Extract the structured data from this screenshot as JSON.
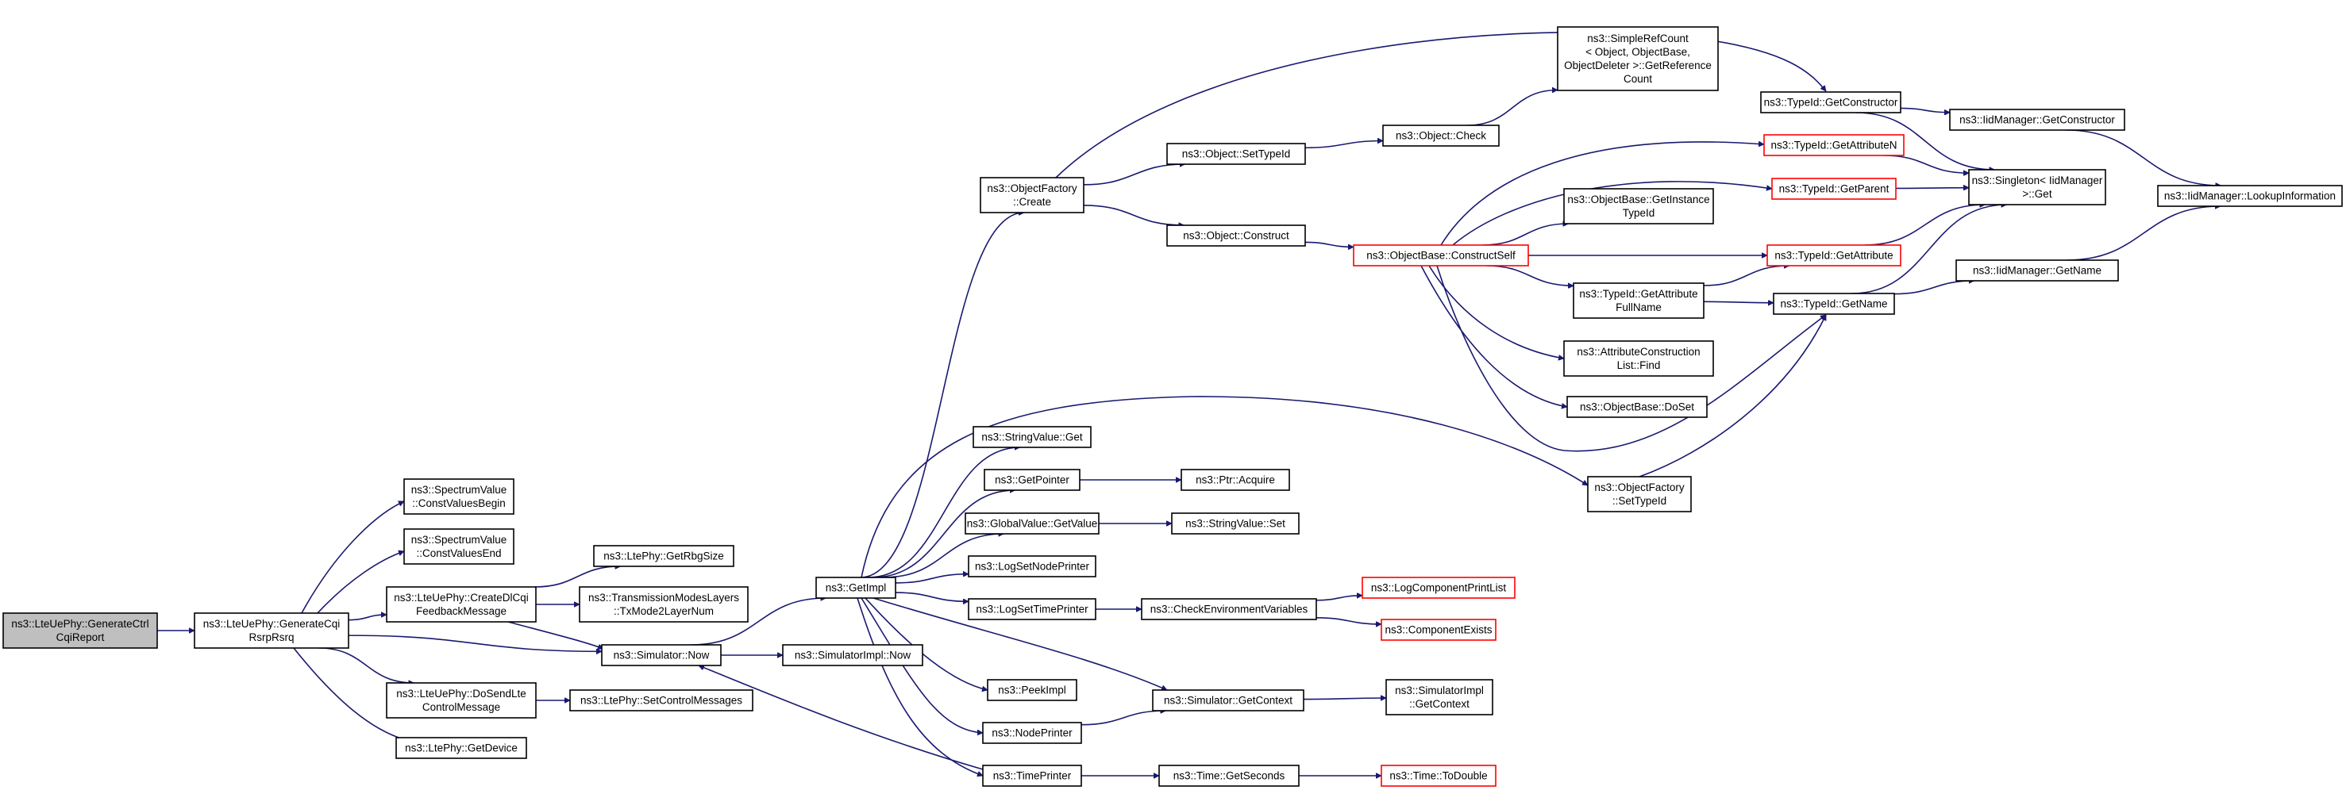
{
  "colors": {
    "edge": "#191970",
    "node_border": "#000000",
    "node_border_truncated": "#ff0000",
    "root_fill": "#bfbfbf",
    "node_fill": "#ffffff"
  },
  "nodes": [
    {
      "id": "root",
      "lines": [
        "ns3::LteUePhy::GenerateCtrl",
        "CqiReport"
      ],
      "root": true
    },
    {
      "id": "gcrr",
      "lines": [
        "ns3::LteUePhy::GenerateCqi",
        "RsrpRsrq"
      ]
    },
    {
      "id": "svcb",
      "lines": [
        "ns3::SpectrumValue",
        "::ConstValuesBegin"
      ]
    },
    {
      "id": "svce",
      "lines": [
        "ns3::SpectrumValue",
        "::ConstValuesEnd"
      ]
    },
    {
      "id": "cdcf",
      "lines": [
        "ns3::LteUePhy::CreateDlCqi",
        "FeedbackMessage"
      ]
    },
    {
      "id": "dslc",
      "lines": [
        "ns3::LteUePhy::DoSendLte",
        "ControlMessage"
      ]
    },
    {
      "id": "getdev",
      "lines": [
        "ns3::LtePhy::GetDevice"
      ]
    },
    {
      "id": "rbg",
      "lines": [
        "ns3::LtePhy::GetRbgSize"
      ]
    },
    {
      "id": "tml",
      "lines": [
        "ns3::TransmissionModesLayers",
        "::TxMode2LayerNum"
      ]
    },
    {
      "id": "simnow",
      "lines": [
        "ns3::Simulator::Now"
      ]
    },
    {
      "id": "setcm",
      "lines": [
        "ns3::LtePhy::SetControlMessages"
      ]
    },
    {
      "id": "siminow",
      "lines": [
        "ns3::SimulatorImpl::Now"
      ]
    },
    {
      "id": "getimpl",
      "lines": [
        "ns3::GetImpl"
      ]
    },
    {
      "id": "ofcreate",
      "lines": [
        "ns3::ObjectFactory",
        "::Create"
      ]
    },
    {
      "id": "svget",
      "lines": [
        "ns3::StringValue::Get"
      ]
    },
    {
      "id": "getptr",
      "lines": [
        "ns3::GetPointer"
      ]
    },
    {
      "id": "gvget",
      "lines": [
        "ns3::GlobalValue::GetValue"
      ]
    },
    {
      "id": "lsnp",
      "lines": [
        "ns3::LogSetNodePrinter"
      ]
    },
    {
      "id": "lstp",
      "lines": [
        "ns3::LogSetTimePrinter"
      ]
    },
    {
      "id": "peek",
      "lines": [
        "ns3::PeekImpl"
      ]
    },
    {
      "id": "nodep",
      "lines": [
        "ns3::NodePrinter"
      ]
    },
    {
      "id": "timep",
      "lines": [
        "ns3::TimePrinter"
      ]
    },
    {
      "id": "settid",
      "lines": [
        "ns3::Object::SetTypeId"
      ]
    },
    {
      "id": "oconst",
      "lines": [
        "ns3::Object::Construct"
      ]
    },
    {
      "id": "ocheck",
      "lines": [
        "ns3::Object::Check"
      ]
    },
    {
      "id": "srcgr",
      "lines": [
        "ns3::SimpleRefCount",
        "< Object, ObjectBase,",
        "ObjectDeleter >::GetReference",
        "Count"
      ]
    },
    {
      "id": "obcs",
      "lines": [
        "ns3::ObjectBase::ConstructSelf"
      ],
      "truncated": true
    },
    {
      "id": "obgit",
      "lines": [
        "ns3::ObjectBase::GetInstance",
        "TypeId"
      ]
    },
    {
      "id": "tgafn",
      "lines": [
        "ns3::TypeId::GetAttribute",
        "FullName"
      ]
    },
    {
      "id": "aclf",
      "lines": [
        "ns3::AttributeConstruction",
        "List::Find"
      ]
    },
    {
      "id": "obdoset",
      "lines": [
        "ns3::ObjectBase::DoSet"
      ]
    },
    {
      "id": "ptracq",
      "lines": [
        "ns3::Ptr::Acquire"
      ]
    },
    {
      "id": "svset",
      "lines": [
        "ns3::StringValue::Set"
      ]
    },
    {
      "id": "chkenv",
      "lines": [
        "ns3::CheckEnvironmentVariables"
      ]
    },
    {
      "id": "simgc",
      "lines": [
        "ns3::Simulator::GetContext"
      ]
    },
    {
      "id": "tgs",
      "lines": [
        "ns3::Time::GetSeconds"
      ]
    },
    {
      "id": "oftid",
      "lines": [
        "ns3::ObjectFactory",
        "::SetTypeId"
      ]
    },
    {
      "id": "tgc",
      "lines": [
        "ns3::TypeId::GetConstructor"
      ]
    },
    {
      "id": "tgan",
      "lines": [
        "ns3::TypeId::GetAttributeN"
      ],
      "truncated": true
    },
    {
      "id": "tgp",
      "lines": [
        "ns3::TypeId::GetParent"
      ],
      "truncated": true
    },
    {
      "id": "tga",
      "lines": [
        "ns3::TypeId::GetAttribute"
      ],
      "truncated": true
    },
    {
      "id": "tgn",
      "lines": [
        "ns3::TypeId::GetName"
      ]
    },
    {
      "id": "lcpl",
      "lines": [
        "ns3::LogComponentPrintList"
      ],
      "truncated": true
    },
    {
      "id": "compex",
      "lines": [
        "ns3::ComponentExists"
      ],
      "truncated": true
    },
    {
      "id": "sigc",
      "lines": [
        "ns3::SimulatorImpl",
        "::GetContext"
      ]
    },
    {
      "id": "todbl",
      "lines": [
        "ns3::Time::ToDouble"
      ],
      "truncated": true
    },
    {
      "id": "iidgc",
      "lines": [
        "ns3::IidManager::GetConstructor"
      ]
    },
    {
      "id": "singget",
      "lines": [
        "ns3::Singleton< IidManager",
        " >::Get"
      ]
    },
    {
      "id": "iidgn",
      "lines": [
        "ns3::IidManager::GetName"
      ]
    },
    {
      "id": "iidli",
      "lines": [
        "ns3::IidManager::LookupInformation"
      ]
    }
  ],
  "edges": [
    [
      "root",
      "gcrr"
    ],
    [
      "gcrr",
      "svcb"
    ],
    [
      "gcrr",
      "svce"
    ],
    [
      "gcrr",
      "cdcf"
    ],
    [
      "gcrr",
      "simnow"
    ],
    [
      "gcrr",
      "dslc"
    ],
    [
      "gcrr",
      "getdev"
    ],
    [
      "cdcf",
      "rbg"
    ],
    [
      "cdcf",
      "tml"
    ],
    [
      "cdcf",
      "simnow"
    ],
    [
      "dslc",
      "setcm"
    ],
    [
      "simnow",
      "getimpl"
    ],
    [
      "simnow",
      "siminow"
    ],
    [
      "getimpl",
      "ofcreate"
    ],
    [
      "getimpl",
      "svget"
    ],
    [
      "getimpl",
      "getptr"
    ],
    [
      "getimpl",
      "gvget"
    ],
    [
      "getimpl",
      "lsnp"
    ],
    [
      "getimpl",
      "lstp"
    ],
    [
      "getimpl",
      "peek"
    ],
    [
      "getimpl",
      "nodep"
    ],
    [
      "getimpl",
      "timep"
    ],
    [
      "getimpl",
      "simgc"
    ],
    [
      "getimpl",
      "oftid"
    ],
    [
      "timep",
      "simnow"
    ],
    [
      "timep",
      "tgs"
    ],
    [
      "nodep",
      "simgc"
    ],
    [
      "ofcreate",
      "settid"
    ],
    [
      "ofcreate",
      "oconst"
    ],
    [
      "ofcreate",
      "tgc"
    ],
    [
      "settid",
      "ocheck"
    ],
    [
      "ocheck",
      "srcgr"
    ],
    [
      "oconst",
      "obcs"
    ],
    [
      "obcs",
      "tgan"
    ],
    [
      "obcs",
      "tgp"
    ],
    [
      "obcs",
      "obgit"
    ],
    [
      "obcs",
      "tga"
    ],
    [
      "obcs",
      "tgafn"
    ],
    [
      "obcs",
      "aclf"
    ],
    [
      "obcs",
      "obdoset"
    ],
    [
      "obcs",
      "tgn"
    ],
    [
      "getptr",
      "ptracq"
    ],
    [
      "gvget",
      "svset"
    ],
    [
      "lstp",
      "chkenv"
    ],
    [
      "chkenv",
      "lcpl"
    ],
    [
      "chkenv",
      "compex"
    ],
    [
      "simgc",
      "sigc"
    ],
    [
      "tgs",
      "todbl"
    ],
    [
      "oftid",
      "tgn"
    ],
    [
      "tgafn",
      "tga"
    ],
    [
      "tgafn",
      "tgn"
    ],
    [
      "tgc",
      "iidgc"
    ],
    [
      "tgc",
      "singget"
    ],
    [
      "tgan",
      "singget"
    ],
    [
      "tgp",
      "singget"
    ],
    [
      "tga",
      "singget"
    ],
    [
      "tgn",
      "singget"
    ],
    [
      "tgn",
      "iidgn"
    ],
    [
      "iidgc",
      "iidli"
    ],
    [
      "iidgn",
      "iidli"
    ]
  ]
}
